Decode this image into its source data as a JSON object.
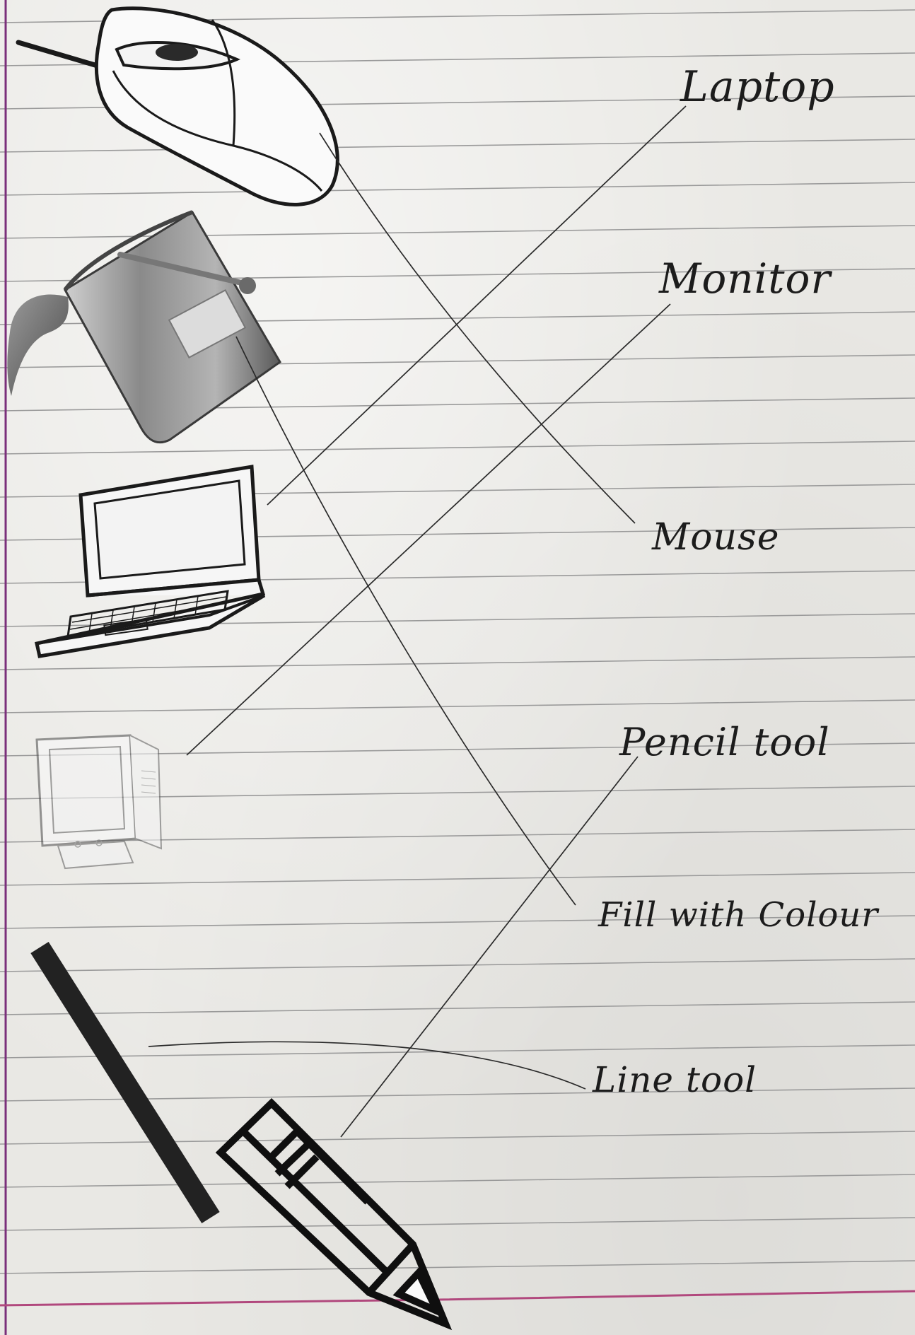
{
  "worksheet": {
    "title": "",
    "paper_color": "#e9e8e4",
    "rule_color": "#9a9a9a",
    "margin_color": "#7a2f7a",
    "ink_color": "#1c1c1c"
  },
  "labels": {
    "laptop": "Laptop",
    "monitor": "Monitor",
    "mouse": "Mouse",
    "pencil_tool": "Pencil tool",
    "fill_with_colour": "Fill with Colour",
    "line_tool": "Line tool"
  },
  "pictures": [
    "mouse-icon",
    "fill-bucket-icon",
    "laptop-icon",
    "monitor-icon",
    "line-tool-icon",
    "pencil-icon"
  ]
}
